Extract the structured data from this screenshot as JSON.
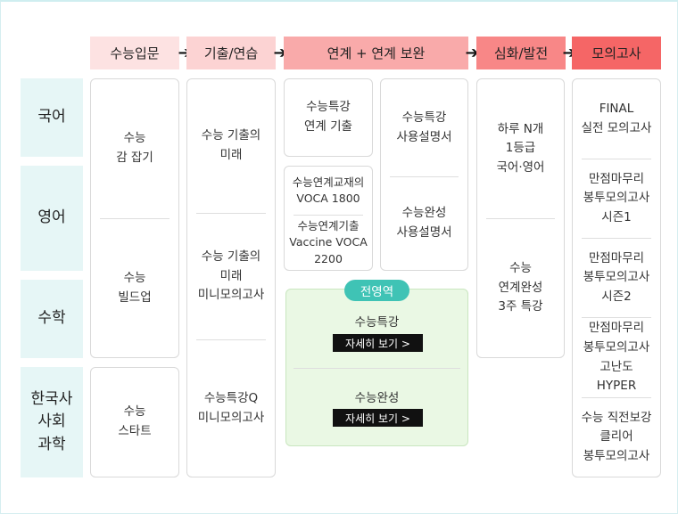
{
  "stages": [
    {
      "label": "수능입문",
      "color": "#fde2e2"
    },
    {
      "label": "기출/연습",
      "color": "#fcd3d3"
    },
    {
      "label": "연계 + 연계 보완",
      "color": "#f9aaaa"
    },
    {
      "label": "심화/발전",
      "color": "#f88787"
    },
    {
      "label": "모의고사",
      "color": "#f56666"
    }
  ],
  "arrow_glyph": "➔",
  "subjects": [
    "국어",
    "영어",
    "수학",
    "한국사\n사회\n과학"
  ],
  "intro": {
    "top": [
      "수능\n감 잡기",
      "수능\n빌드업"
    ],
    "bottom": "수능\n스타트"
  },
  "practice": [
    "수능 기출의\n미래",
    "수능 기출의\n미래\n미니모의고사",
    "수능특강Q\n미니모의고사"
  ],
  "linked": {
    "left_top": "수능특강\n연계 기출",
    "left_mid": [
      "수능연계교재의\nVOCA 1800",
      "수능연계기출\nVaccine VOCA\n2200"
    ],
    "right": [
      "수능특강\n사용설명서",
      "수능완성\n사용설명서"
    ],
    "all_areas": {
      "badge": "전영역",
      "items": [
        {
          "title": "수능특강",
          "button": "자세히 보기 >"
        },
        {
          "title": "수능완성",
          "button": "자세히 보기 >"
        }
      ]
    }
  },
  "advanced": [
    "하루 N개\n1등급\n국어·영어",
    "수능\n연계완성\n3주 특강"
  ],
  "mock": [
    "FINAL\n실전 모의고사",
    "만점마무리\n봉투모의고사\n시즌1",
    "만점마무리\n봉투모의고사\n시즌2",
    "만점마무리\n봉투모의고사\n고난도\nHYPER",
    "수능 직전보강\n클리어\n봉투모의고사"
  ]
}
